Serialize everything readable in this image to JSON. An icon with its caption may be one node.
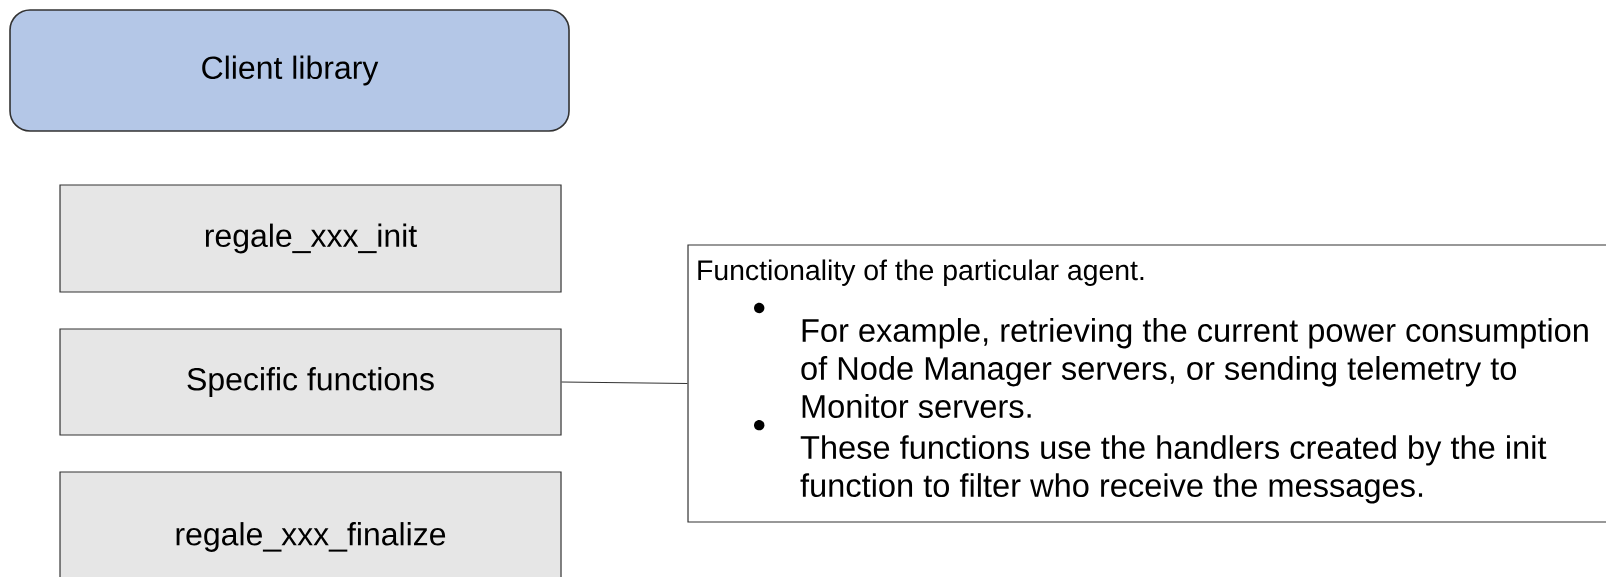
{
  "diagram": {
    "nodes": [
      {
        "text": [
          "Client library"
        ]
      },
      {
        "text": [
          "regale_xxx_init"
        ]
      },
      {
        "text": [
          "Specific functions"
        ]
      },
      {
        "text": [
          "regale_xxx_finalize"
        ]
      },
      {
        "text": [
          "Functionality of the particular agent.",
          "For example, retrieving the current power consumption of Node Manager servers, or sending telemetry to Monitor servers.",
          "These functions use the handlers created by the init function to filter who receive the messages."
        ]
      }
    ],
    "edges": [
      {
        "from": 2,
        "to": 4,
        "arrow": "none"
      }
    ]
  }
}
